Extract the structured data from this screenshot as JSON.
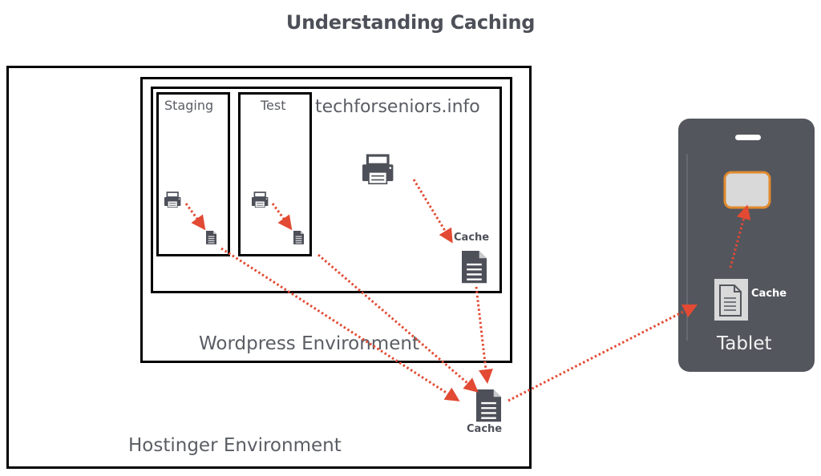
{
  "title": "Understanding Caching",
  "environments": {
    "hostinger": {
      "label": "Hostinger Environment"
    },
    "wordpress": {
      "label": "Wordpress Environment"
    },
    "site": {
      "label": "techforseniors.info",
      "cache_label": "Cache"
    },
    "staging": {
      "label": "Staging"
    },
    "test": {
      "label": "Test"
    },
    "server_cache": {
      "label": "Cache"
    }
  },
  "tablet": {
    "label": "Tablet",
    "cache_label": "Cache"
  },
  "colors": {
    "arrow": "#e24a33",
    "icon": "#4d5058",
    "tablet_bg": "#53565d",
    "screen_border": "#e08a2e",
    "screen_fill": "#d9d9d9"
  },
  "icons": [
    "printer-icon",
    "document-icon"
  ]
}
